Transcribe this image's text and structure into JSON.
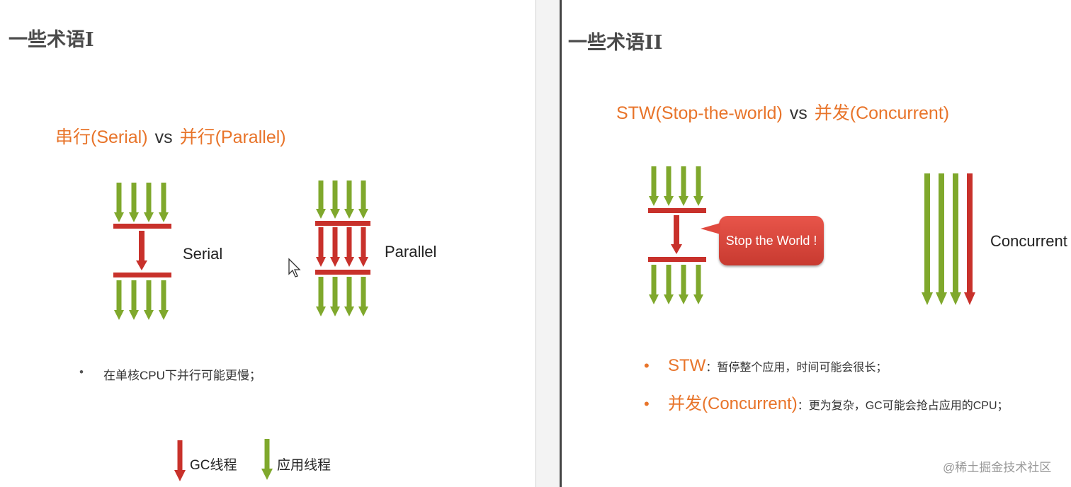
{
  "slide1": {
    "title": "一些术语I",
    "subtitle": {
      "left": "串行(Serial)",
      "vs": "vs",
      "right": "并行(Parallel)"
    },
    "serial_label": "Serial",
    "parallel_label": "Parallel",
    "bullets": [
      "在单核CPU下并行可能更慢；"
    ],
    "legend": [
      {
        "label": "GC线程",
        "color": "#c8312b"
      },
      {
        "label": "应用线程",
        "color": "#7fa82c"
      }
    ]
  },
  "slide2": {
    "title": "一些术语II",
    "subtitle": {
      "left": "STW(Stop-the-world)",
      "vs": "vs",
      "right": "并发(Concurrent)"
    },
    "callout": "Stop the World !",
    "concurrent_label": "Concurrent",
    "bullets": [
      {
        "term": "STW",
        "text": "：暂停整个应用，时间可能会很长；"
      },
      {
        "term": "并发(Concurrent)",
        "text": "：更为复杂，GC可能会抢占应用的CPU；"
      }
    ],
    "watermark": "@稀土掘金技术社区"
  },
  "colors": {
    "gc_thread": "#c8312b",
    "app_thread": "#7fa82c",
    "accent": "#e8742a"
  },
  "icons": {
    "cursor": "mouse-pointer-icon"
  }
}
